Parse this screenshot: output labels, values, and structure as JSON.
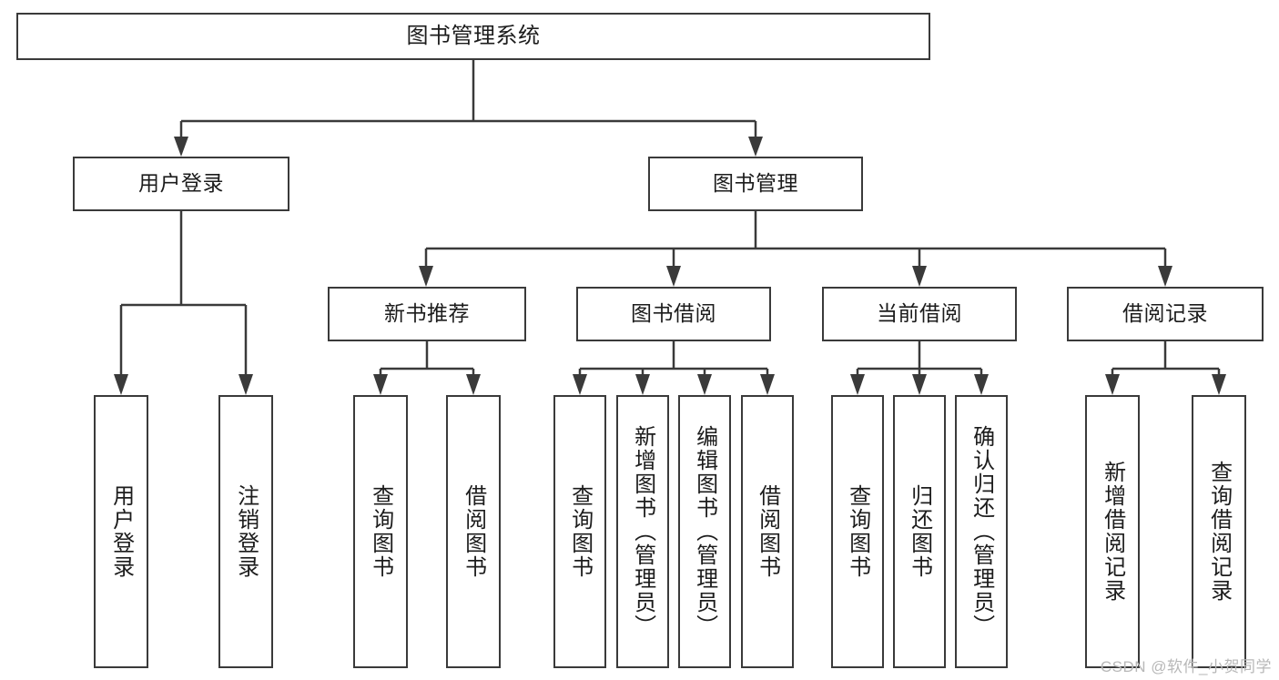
{
  "diagram": {
    "type": "tree",
    "title": "图书管理系统",
    "watermark": "CSDN @软件_小贺同学",
    "colors": {
      "stroke": "#3a3a3a",
      "fill": "#ffffff",
      "text": "#1c1c1c",
      "watermark": "#b8b8b8",
      "background": "#ffffff"
    },
    "nodes": {
      "root": {
        "label": "图书管理系统"
      },
      "level2": [
        {
          "label": "用户登录"
        },
        {
          "label": "图书管理"
        }
      ],
      "level3": [
        {
          "label": "新书推荐"
        },
        {
          "label": "图书借阅"
        },
        {
          "label": "当前借阅"
        },
        {
          "label": "借阅记录"
        }
      ],
      "leaves_user_login": [
        {
          "label": "用户登录"
        },
        {
          "label": "注销登录"
        }
      ],
      "leaves_new_book": [
        {
          "label": "查询图书"
        },
        {
          "label": "借阅图书"
        }
      ],
      "leaves_borrow": [
        {
          "label": "查询图书"
        },
        {
          "label": "新增图书（管理员）"
        },
        {
          "label": "编辑图书（管理员）"
        },
        {
          "label": "借阅图书"
        }
      ],
      "leaves_current": [
        {
          "label": "查询图书"
        },
        {
          "label": "归还图书"
        },
        {
          "label": "确认归还（管理员）"
        }
      ],
      "leaves_records": [
        {
          "label": "新增借阅记录"
        },
        {
          "label": "查询借阅记录"
        }
      ]
    }
  }
}
